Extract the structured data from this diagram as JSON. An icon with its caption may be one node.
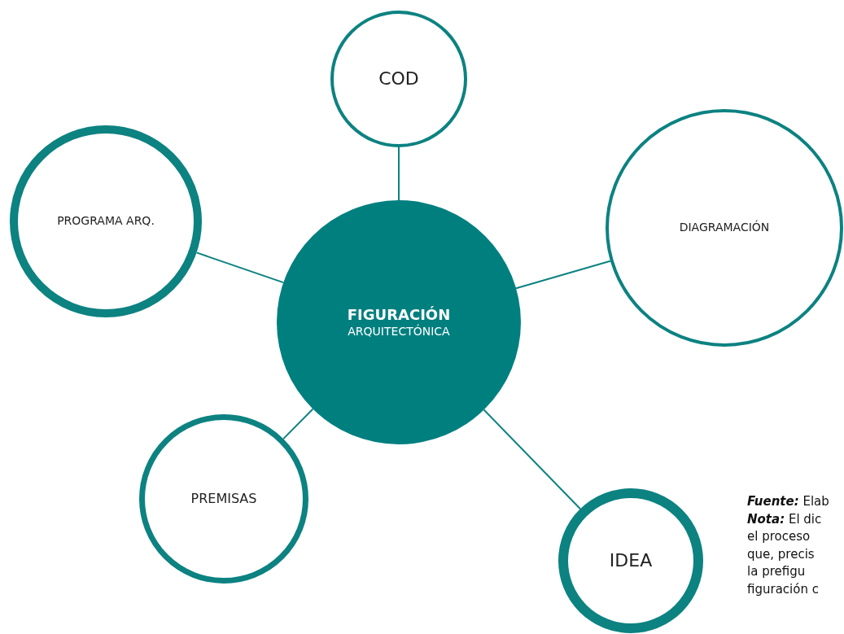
{
  "diagram": {
    "nodes": [
      {
        "text": [
          "COD"
        ]
      },
      {
        "text": [
          "PROGRAMA ARQ."
        ]
      },
      {
        "text": [
          "DIAGRAMACIÓN"
        ]
      },
      {
        "text": [
          "FIGURACIÓN",
          "ARQUITECTÓNICA"
        ]
      },
      {
        "text": [
          "PREMISAS"
        ]
      },
      {
        "text": [
          "IDEA"
        ]
      }
    ],
    "edges": [
      {
        "from": 3,
        "to": 0,
        "arrow": "none"
      },
      {
        "from": 3,
        "to": 1,
        "arrow": "none"
      },
      {
        "from": 3,
        "to": 2,
        "arrow": "none"
      },
      {
        "from": 3,
        "to": 4,
        "arrow": "none"
      },
      {
        "from": 3,
        "to": 5,
        "arrow": "none"
      }
    ],
    "labels": [
      "**Fuente:** Elab",
      "**Nota:** El dic",
      "el proceso",
      "que, precis",
      "la prefigu",
      "figuración c"
    ]
  }
}
